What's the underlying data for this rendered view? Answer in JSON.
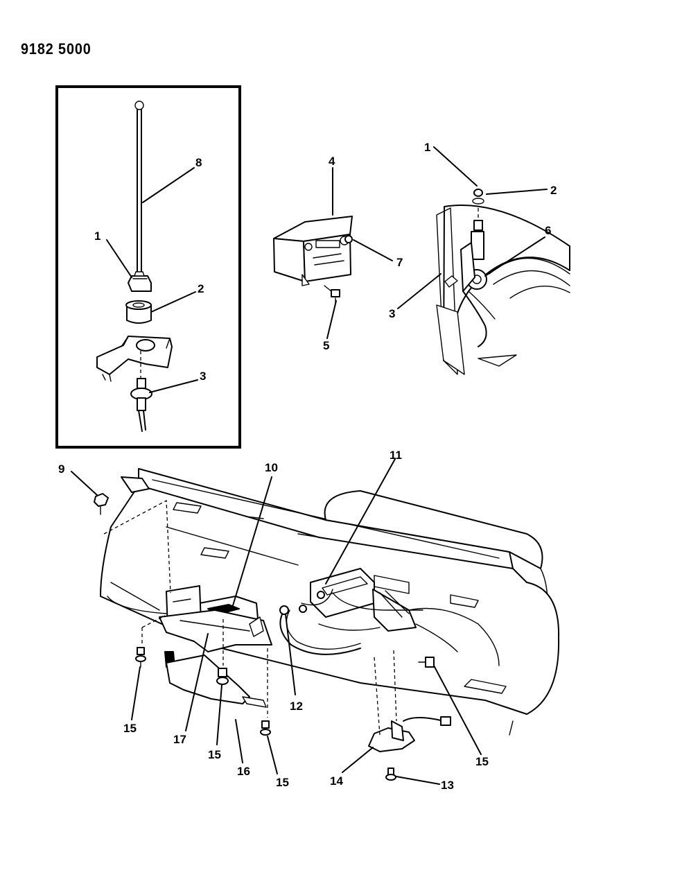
{
  "header": {
    "diagram_number": "9182 5000"
  },
  "callouts": {
    "inset": {
      "c1": "1",
      "c2": "2",
      "c3": "3",
      "c8": "8"
    },
    "radio": {
      "c4": "4",
      "c5": "5",
      "c7": "7"
    },
    "fender": {
      "c1": "1",
      "c2": "2",
      "c3": "3",
      "c6": "6"
    },
    "dash": {
      "c9": "9",
      "c10": "10",
      "c11": "11",
      "c12": "12",
      "c13": "13",
      "c14": "14",
      "c15a": "15",
      "c15b": "15",
      "c15c": "15",
      "c15d": "15",
      "c16": "16",
      "c17": "17"
    }
  }
}
